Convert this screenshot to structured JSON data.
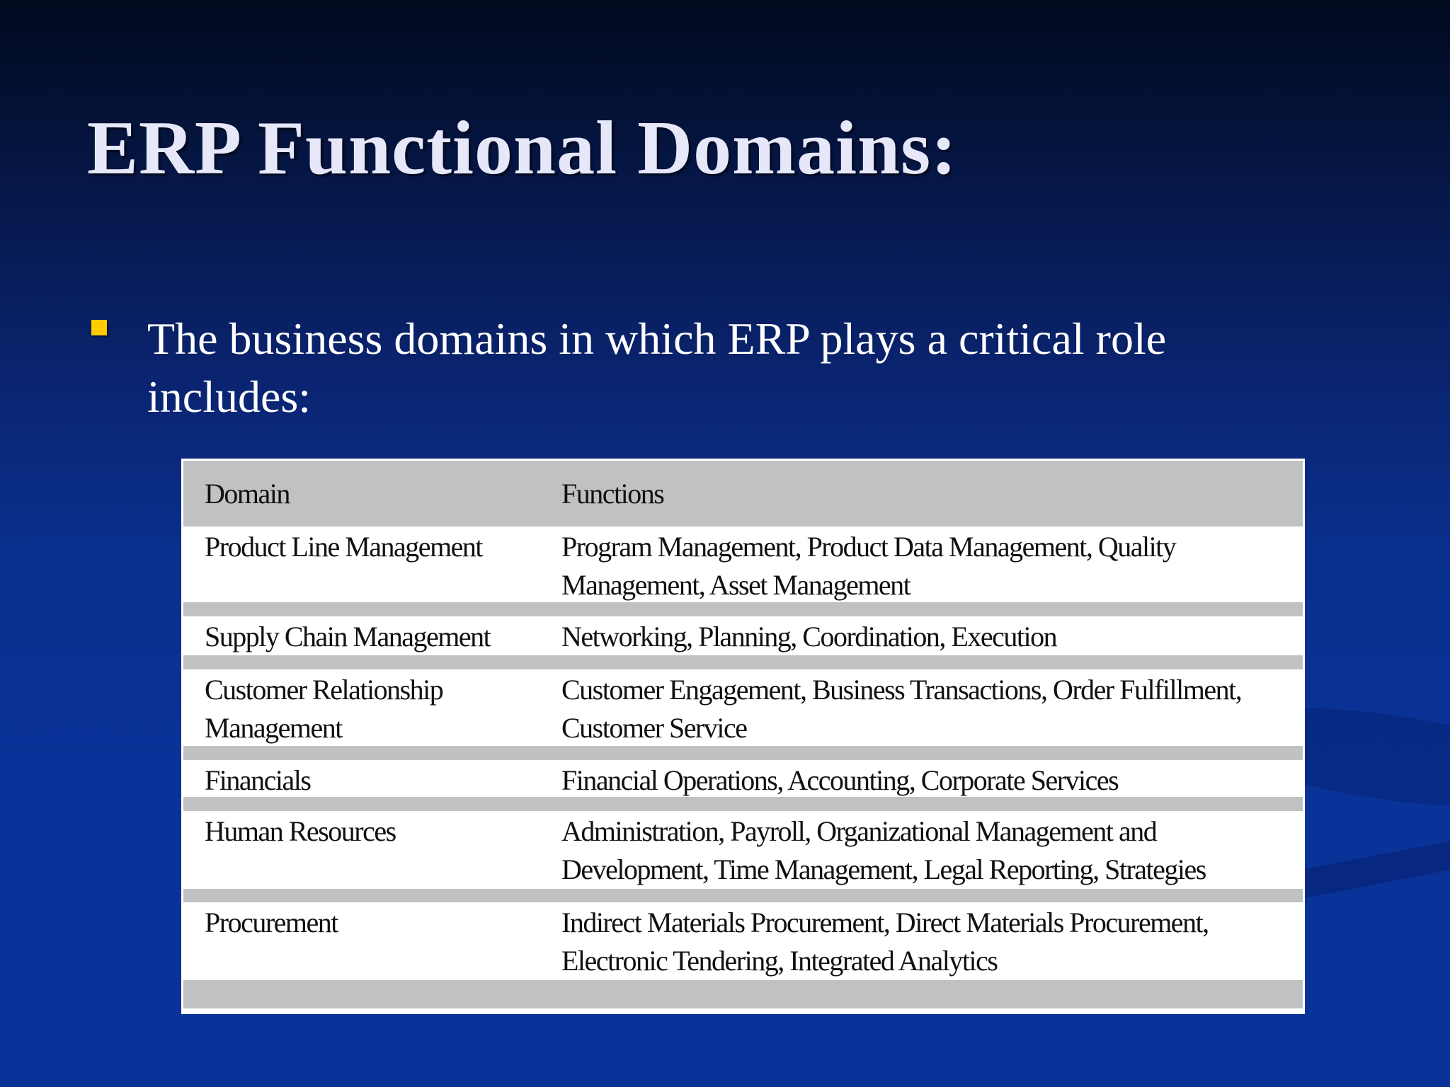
{
  "slide": {
    "title": "ERP Functional Domains:",
    "bullet": {
      "icon": "square-bullet-icon",
      "color": "#ffcc00",
      "text": "The business domains in which ERP plays a critical role includes:"
    },
    "background_colors": [
      "#020a1e",
      "#0a3399"
    ]
  },
  "table": {
    "headers": [
      "Domain",
      "Functions"
    ],
    "rows": [
      {
        "domain": "Product Line Management",
        "functions": "Program Management, Product Data Management, Quality Management, Asset Management"
      },
      {
        "domain": "Supply Chain Management",
        "functions": "Networking, Planning, Coordination, Execution"
      },
      {
        "domain": "Customer Relationship Management",
        "functions": "Customer Engagement, Business Transactions, Order Fulfillment, Customer Service"
      },
      {
        "domain": "Financials",
        "functions": "Financial Operations, Accounting, Corporate Services"
      },
      {
        "domain": "Human Resources",
        "functions": "Administration, Payroll, Organizational Management and Development, Time Management, Legal Reporting, Strategies"
      },
      {
        "domain": "Procurement",
        "functions": "Indirect Materials Procurement, Direct Materials Procurement, Electronic Tendering, Integrated Analytics"
      }
    ],
    "header_bg": "#c0c1c3"
  }
}
